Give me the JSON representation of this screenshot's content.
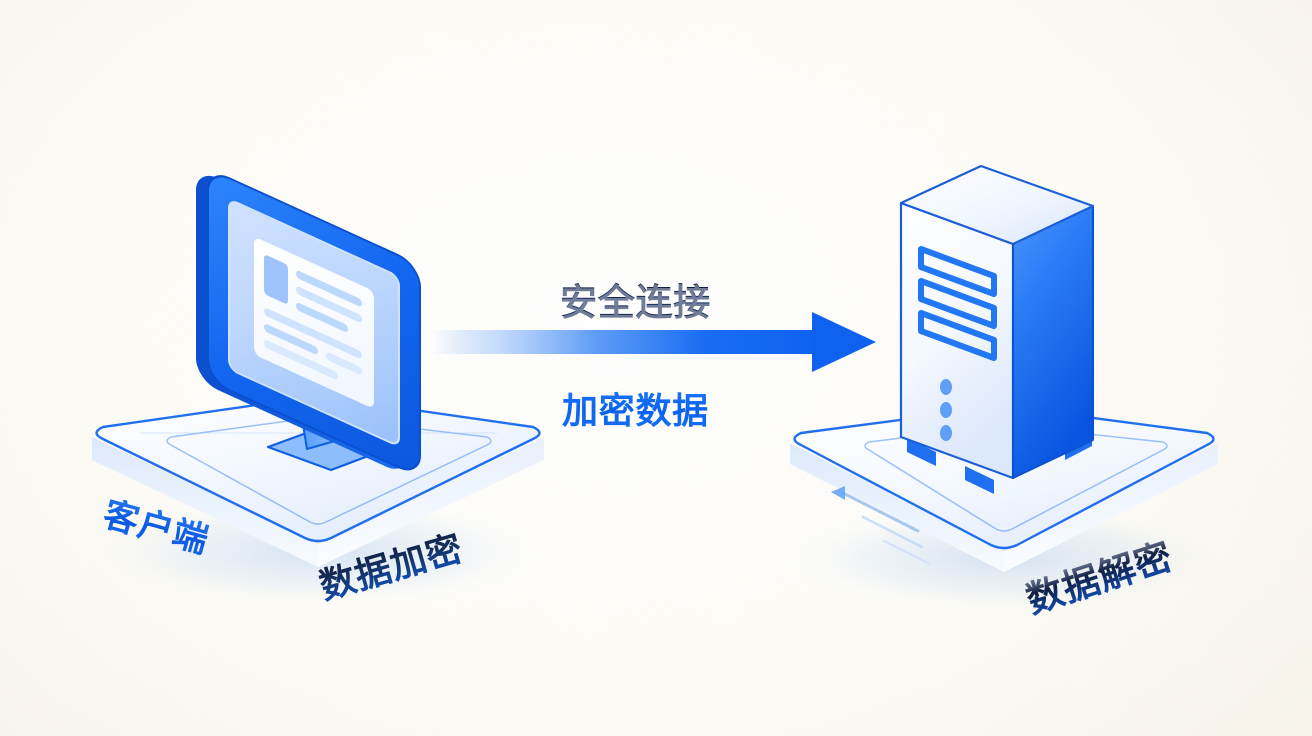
{
  "diagram": {
    "title": "Secure client to server encrypted data transfer",
    "background_color": "#fdfcf8",
    "accent_color": "#1a6ef5",
    "dark_text_color": "#101c3a",
    "labels": {
      "secure_connection": "安全连接",
      "encrypted_data": "加密数据",
      "client": "客户端",
      "data_encryption": "数据加密",
      "data_decryption": "数据解密"
    },
    "nodes": [
      {
        "id": "client",
        "icon": "desktop-monitor-icon",
        "label": "客户端",
        "caption": "数据加密",
        "position": "left"
      },
      {
        "id": "server",
        "icon": "server-tower-icon",
        "label": "",
        "caption": "数据解密",
        "position": "right"
      }
    ],
    "connector": {
      "type": "arrow",
      "direction": "left-to-right",
      "top_label": "安全连接",
      "bottom_label": "加密数据",
      "color": "#1268f2"
    }
  }
}
